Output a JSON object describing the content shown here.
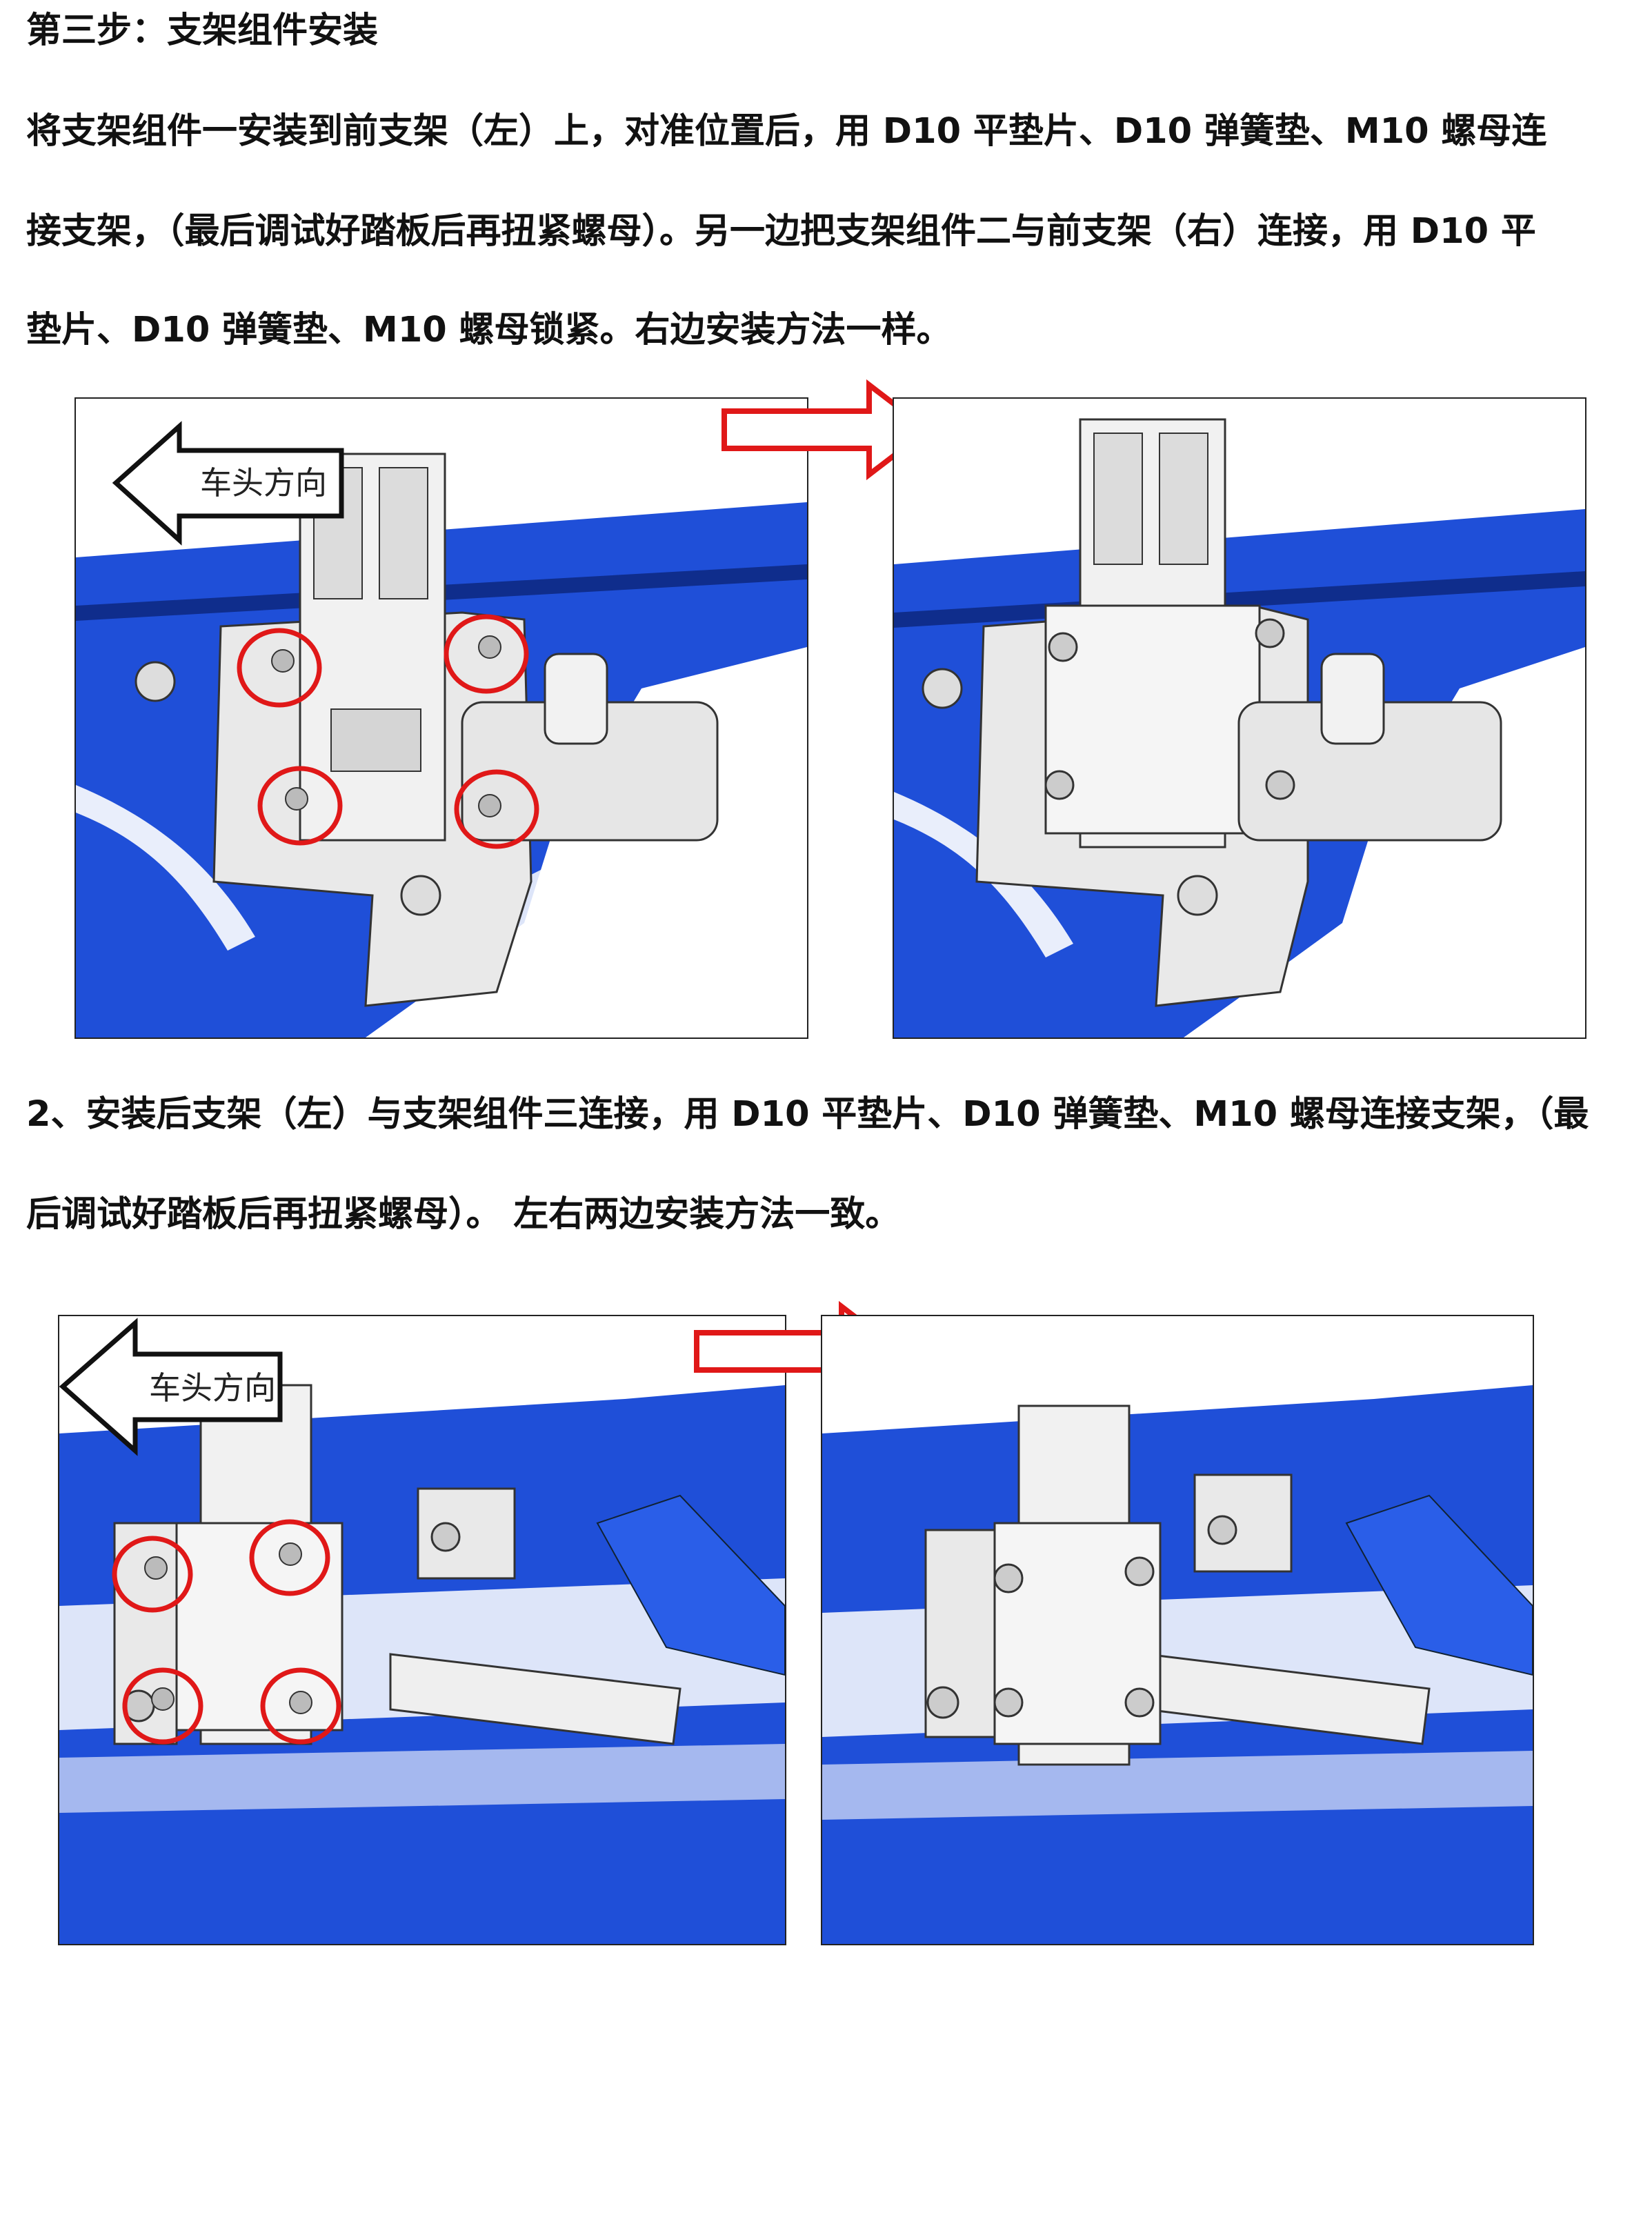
{
  "section_title": "第三步：支架组件安装",
  "step1_lines": [
    "将支架组件一安装到前支架（左）上，对准位置后，用 D10 平垫片、D10 弹簧垫、M10 螺母连",
    "接支架，（最后调试好踏板后再扭紧螺母）。另一边把支架组件二与前支架（右）连接，用 D10 平",
    "垫片、D10 弹簧垫、M10 螺母锁紧。右边安装方法一样。"
  ],
  "step2_lines": [
    "2、安装后支架（左）与支架组件三连接，用 D10 平垫片、D10 弹簧垫、M10 螺母连接支架，（最",
    "后调试好踏板后再扭紧螺母）。  左右两边安装方法一致。"
  ],
  "direction_label": "车头方向",
  "colors": {
    "frame_blue": "#1f4fd8",
    "highlight_red": "#e01818",
    "bracket_gray": "#e9e9e9",
    "outline": "#222222"
  },
  "icons": [
    "left-arrow-icon",
    "right-arrow-icon"
  ]
}
